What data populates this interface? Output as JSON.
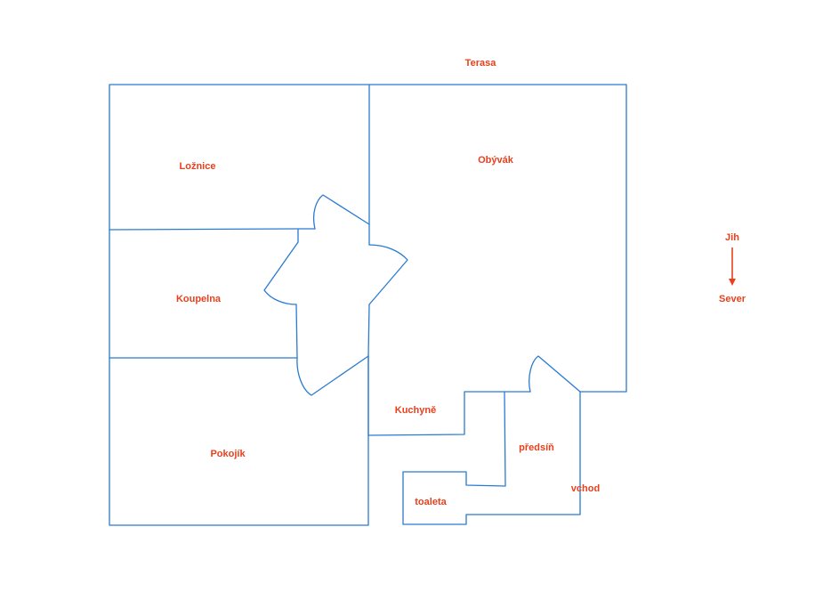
{
  "colors": {
    "label": "#e8401c",
    "wall": "#2a7bd0",
    "arrow": "#e8401c"
  },
  "labels": {
    "terasa": "Terasa",
    "loznice": "Ložnice",
    "obyvak": "Obývák",
    "koupelna": "Koupelna",
    "pokojik": "Pokojík",
    "kuchyne": "Kuchyně",
    "predsin": "předsíň",
    "vchod": "vchod",
    "toaleta": "toaleta"
  },
  "compass": {
    "top": "Jih",
    "bottom": "Sever"
  }
}
